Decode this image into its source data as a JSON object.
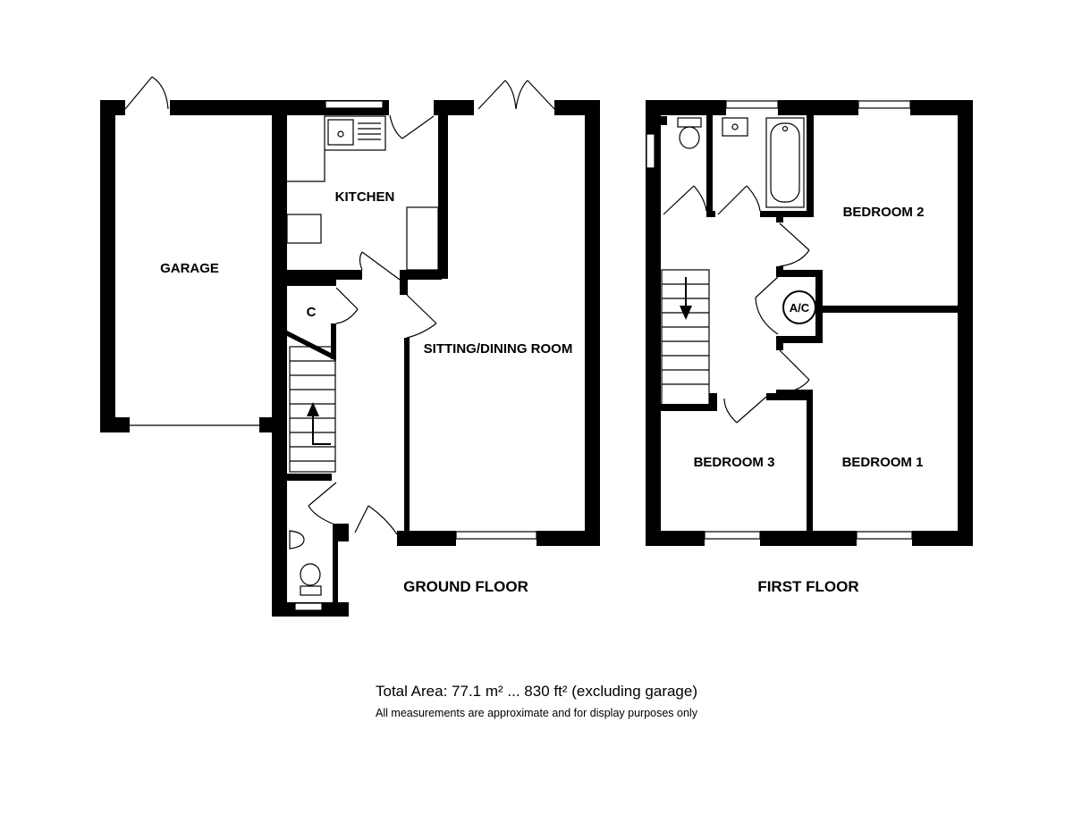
{
  "ground_floor": {
    "title": "GROUND FLOOR",
    "rooms": {
      "garage": "GARAGE",
      "kitchen": "KITCHEN",
      "cupboard": "C",
      "sitting_dining": "SITTING/DINING ROOM"
    }
  },
  "first_floor": {
    "title": "FIRST FLOOR",
    "rooms": {
      "bedroom2": "BEDROOM 2",
      "bedroom3": "BEDROOM 3",
      "bedroom1": "BEDROOM 1",
      "airing_cupboard": "A/C"
    }
  },
  "footer": {
    "total_area": "Total Area: 77.1 m² ... 830 ft² (excluding garage)",
    "disclaimer": "All measurements are approximate and for display purposes only"
  }
}
